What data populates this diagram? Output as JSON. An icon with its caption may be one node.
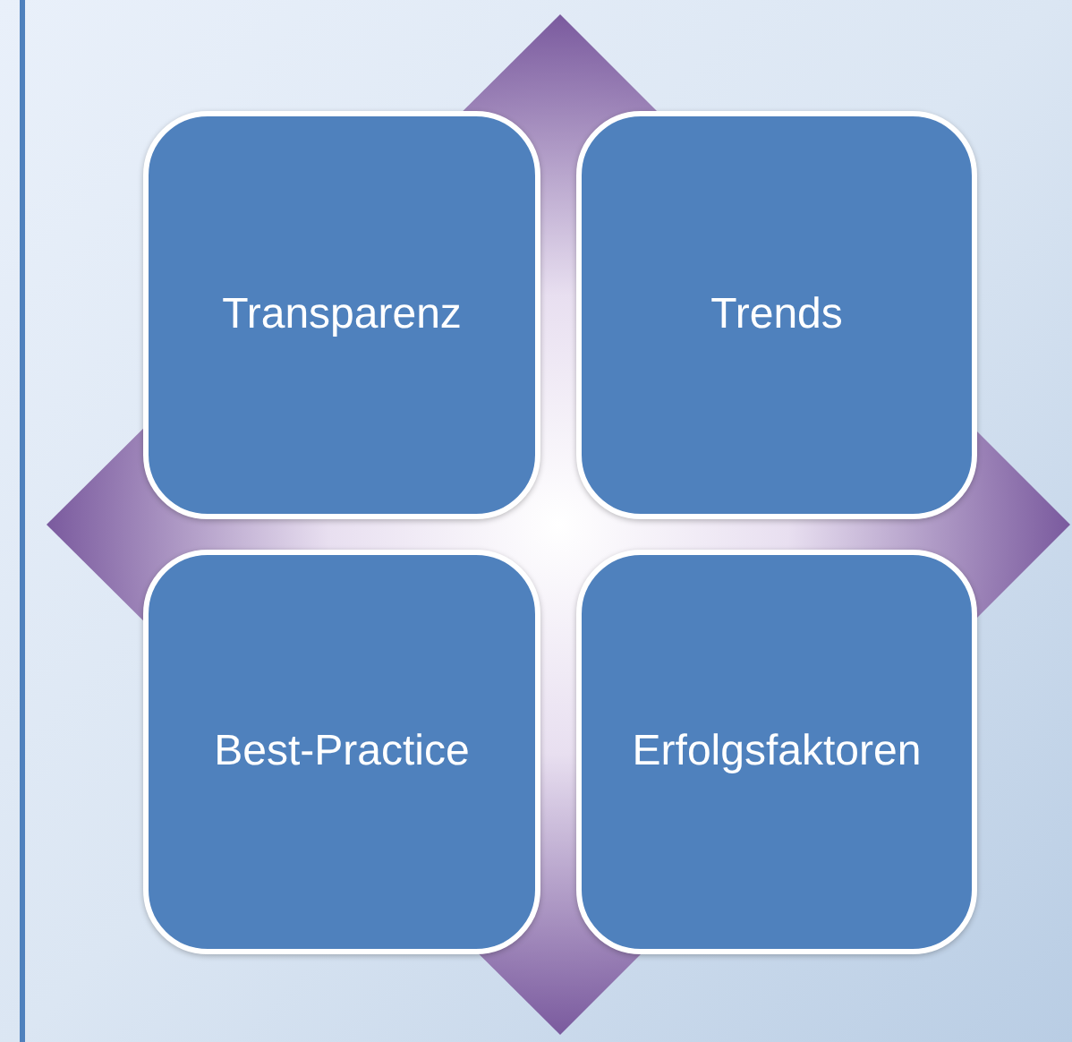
{
  "diagram": {
    "nodes": [
      {
        "text": [
          "Transparenz"
        ]
      },
      {
        "text": [
          "Trends"
        ]
      },
      {
        "text": [
          "Best-Practice"
        ]
      },
      {
        "text": [
          "Erfolgsfaktoren"
        ]
      }
    ]
  }
}
